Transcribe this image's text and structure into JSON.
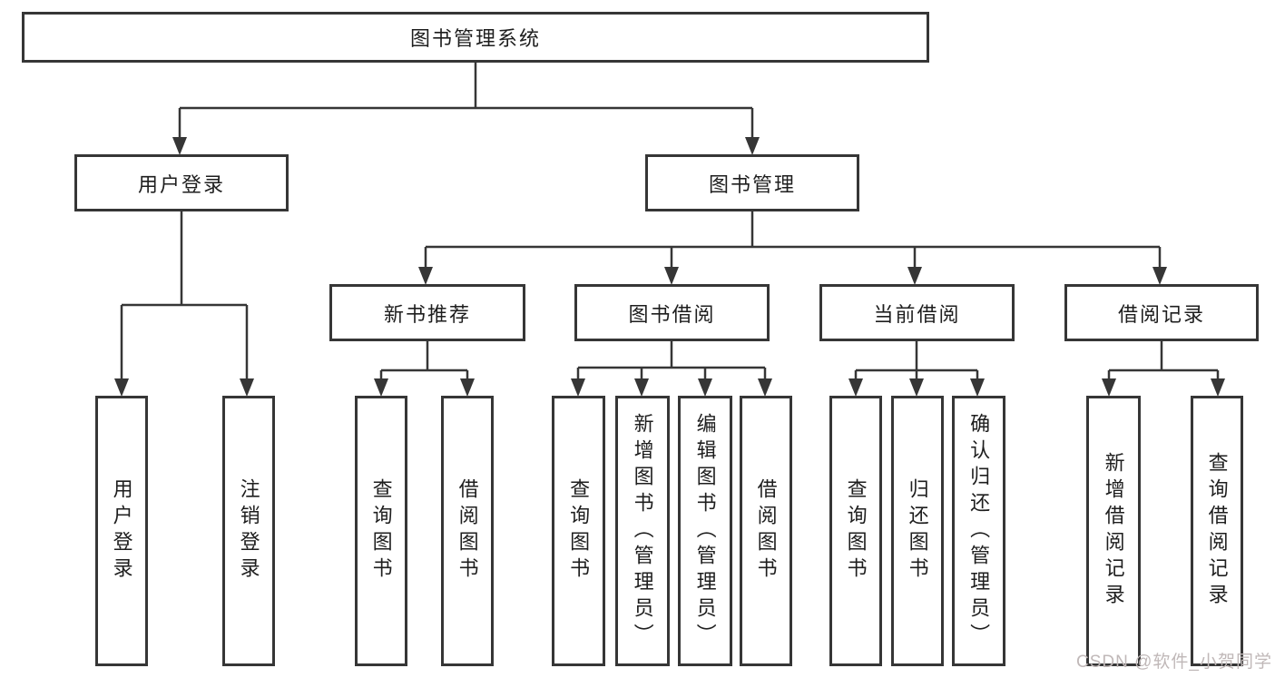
{
  "tree": {
    "root": {
      "label": "图书管理系统"
    },
    "branches": [
      {
        "label": "用户登录",
        "leaves": [
          {
            "label": "用户登录"
          },
          {
            "label": "注销登录"
          }
        ]
      },
      {
        "label": "图书管理",
        "groups": [
          {
            "label": "新书推荐",
            "leaves": [
              {
                "label": "查询图书"
              },
              {
                "label": "借阅图书"
              }
            ]
          },
          {
            "label": "图书借阅",
            "leaves": [
              {
                "label": "查询图书"
              },
              {
                "label": "新增图书（管理员）"
              },
              {
                "label": "编辑图书（管理员）"
              },
              {
                "label": "借阅图书"
              }
            ]
          },
          {
            "label": "当前借阅",
            "leaves": [
              {
                "label": "查询图书"
              },
              {
                "label": "归还图书"
              },
              {
                "label": "确认归还（管理员）"
              }
            ]
          },
          {
            "label": "借阅记录",
            "leaves": [
              {
                "label": "新增借阅记录"
              },
              {
                "label": "查询借阅记录"
              }
            ]
          }
        ]
      }
    ]
  },
  "watermark": {
    "text": "CSDN @软件_小贺同学"
  },
  "colors": {
    "line": "#363636",
    "text": "#1e1e1e",
    "watermark": "#c0b8b8",
    "background": "#ffffff"
  }
}
